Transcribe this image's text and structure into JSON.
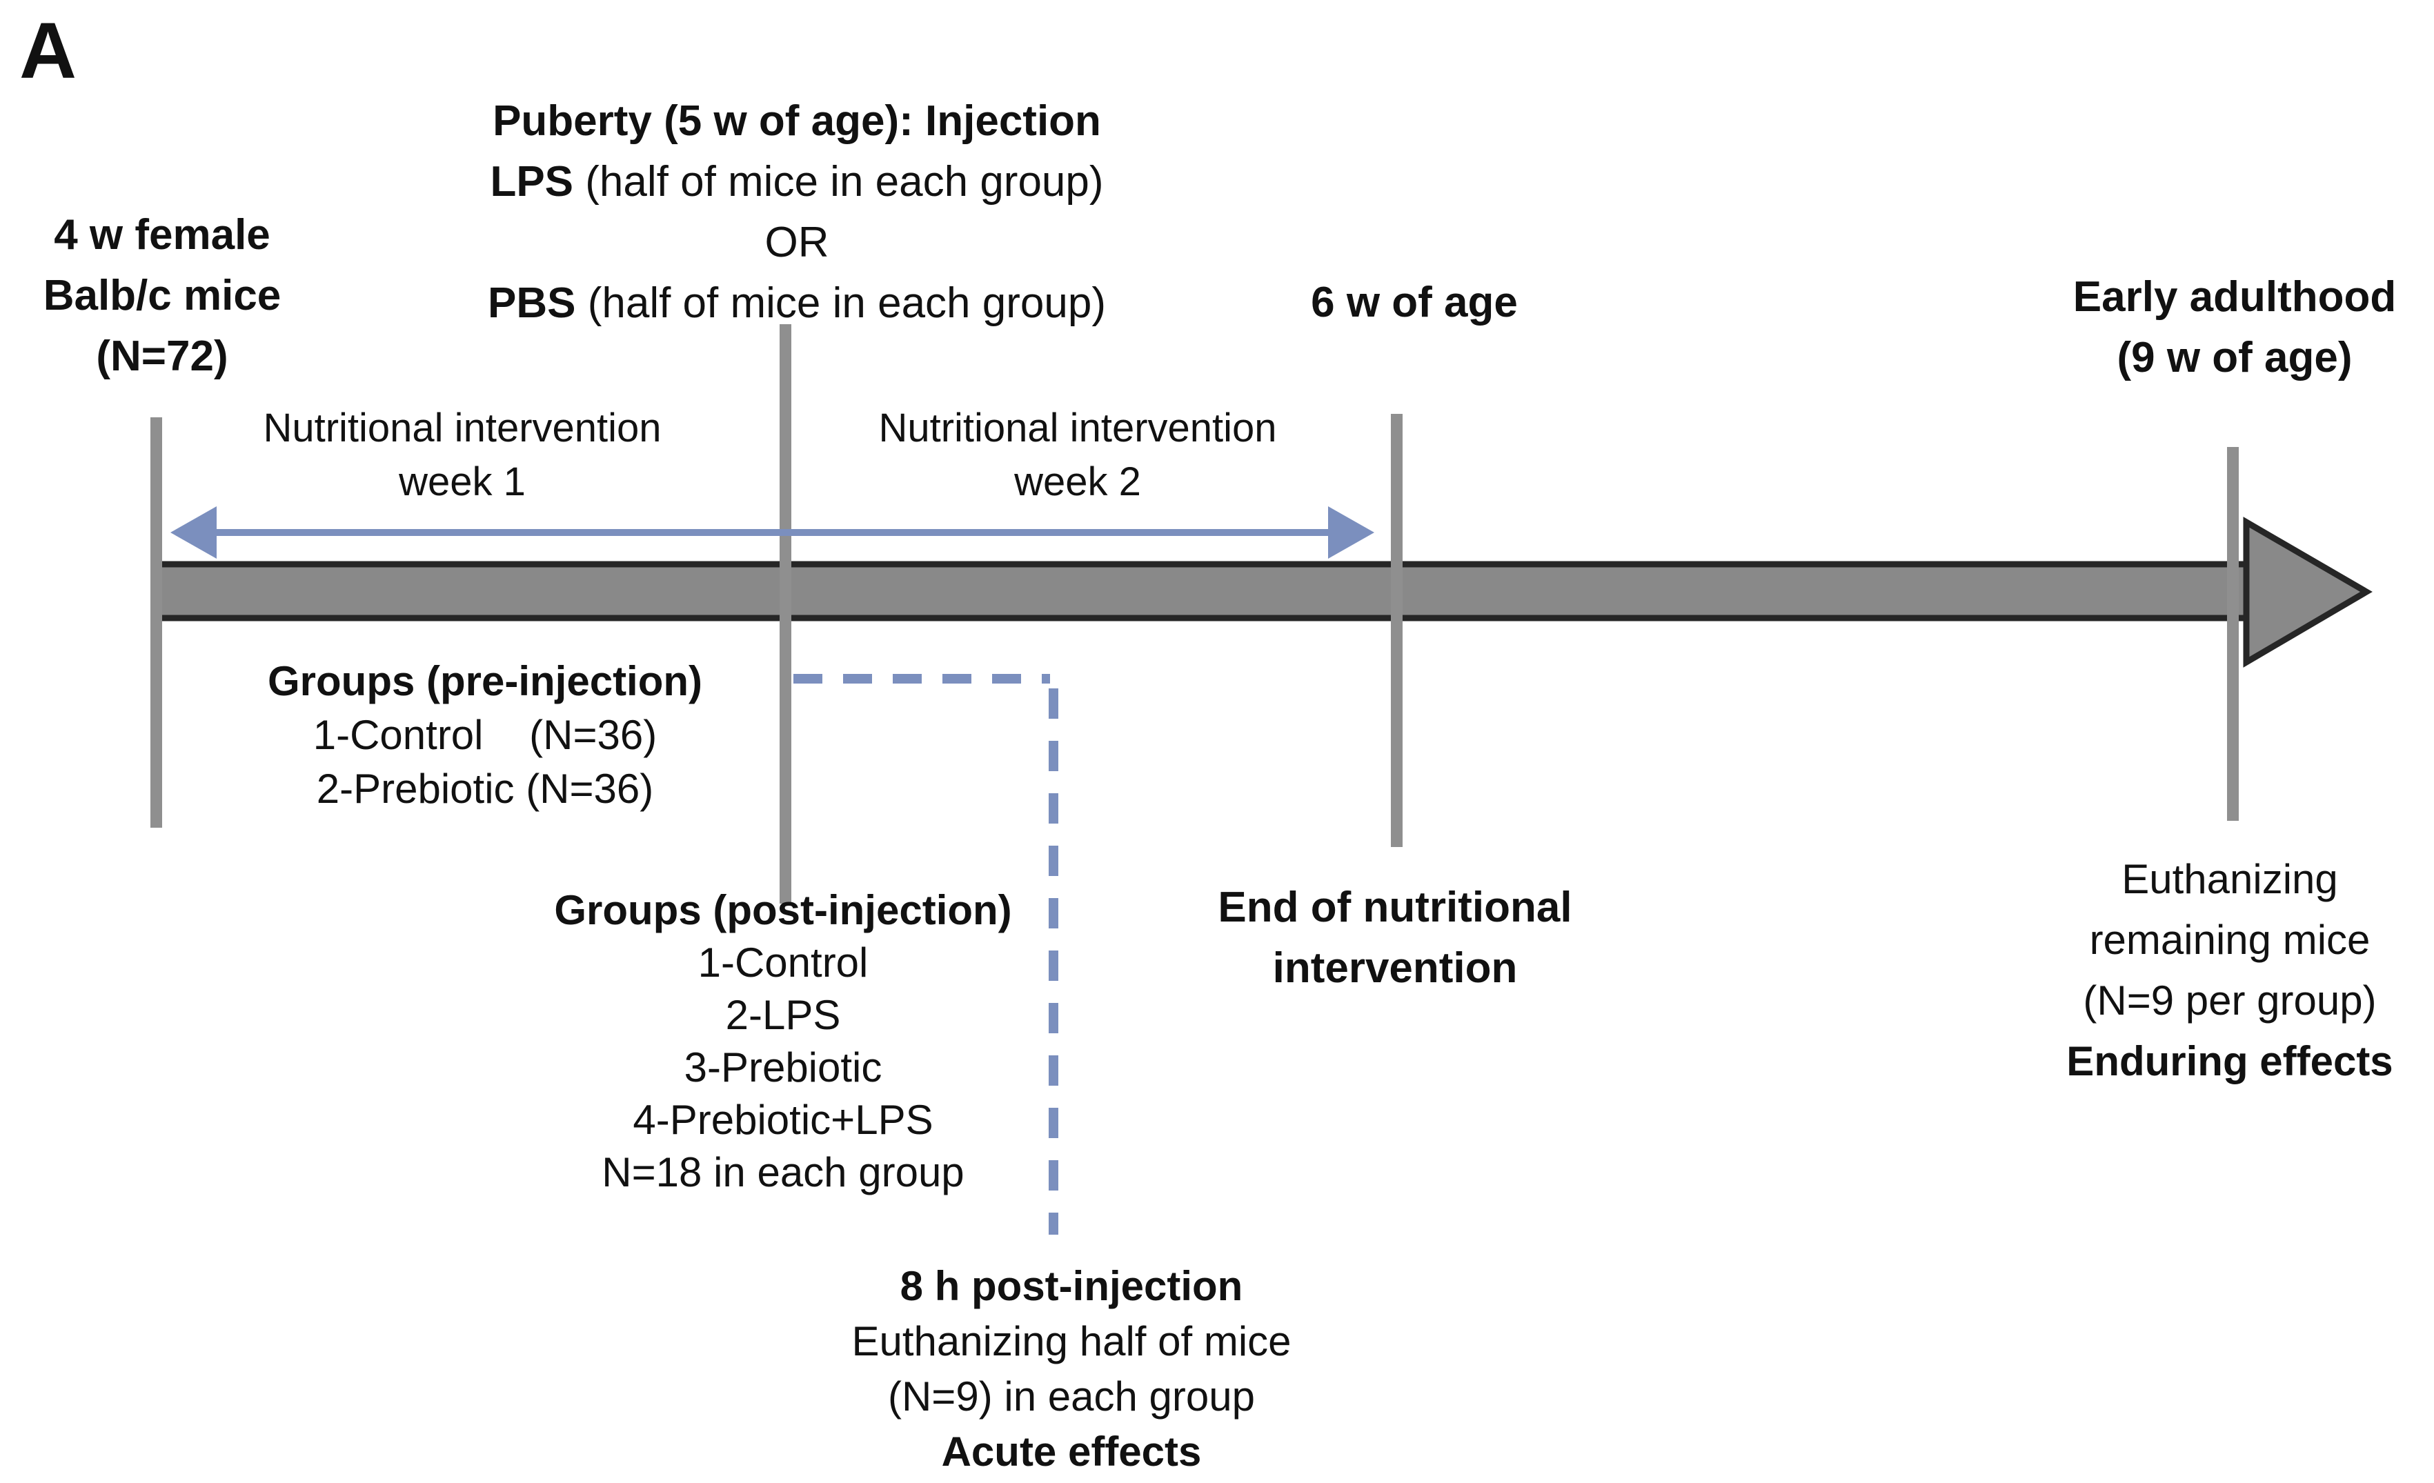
{
  "panel_label": "A",
  "colors": {
    "accent_blue": "#7b8fbe",
    "bar_fill": "#898989",
    "bar_border": "#262626",
    "tick_gray": "#8f8f8f",
    "text": "#111111"
  },
  "left_block": {
    "line1": "4 w female",
    "line2": "Balb/c mice",
    "line3": "(N=72)"
  },
  "injection_block": {
    "title": "Puberty (5 w of age): Injection",
    "lps_bold": "LPS",
    "lps_rest": " (half of mice in each group)",
    "or": "OR",
    "pbs_bold": "PBS",
    "pbs_rest": " (half of mice in each group)"
  },
  "six_weeks_label": "6 w of age",
  "early_adulthood": {
    "line1": "Early adulthood",
    "line2": "(9 w of age)"
  },
  "week1": {
    "line1": "Nutritional intervention",
    "line2": "week 1"
  },
  "week2": {
    "line1": "Nutritional intervention",
    "line2": "week 2"
  },
  "groups_pre": {
    "title": "Groups (pre-injection)",
    "item1": "1-Control    (N=36)",
    "item2": "2-Prebiotic (N=36)"
  },
  "groups_post": {
    "title": "Groups (post-injection)",
    "items": [
      "1-Control",
      "2-LPS",
      "3-Prebiotic",
      "4-Prebiotic+LPS",
      "N=18 in each group"
    ]
  },
  "end_nutrition": {
    "line1": "End of nutritional",
    "line2": "intervention"
  },
  "acute_block": {
    "title": "8 h post-injection",
    "line2": "Euthanizing half of mice",
    "line3": "(N=9) in each group",
    "bold_end": "Acute effects"
  },
  "enduring_block": {
    "line1": "Euthanizing",
    "line2": "remaining mice",
    "line3": "(N=9 per group)",
    "bold_end": "Enduring effects"
  }
}
